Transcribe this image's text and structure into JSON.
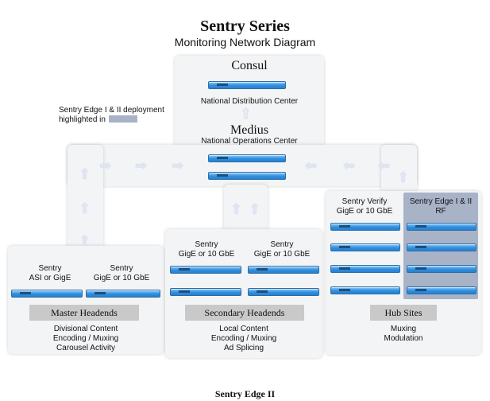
{
  "header": {
    "title": "Sentry Series",
    "subtitle": "Monitoring Network Diagram"
  },
  "legend": {
    "text_line1": "Sentry Edge I & II deployment",
    "text_line2": "highlighted in",
    "swatch_color": "#a8b3c8"
  },
  "consul": {
    "title": "Consul",
    "caption": "National Distribution Center"
  },
  "medius": {
    "title": "Medius",
    "caption": "National Operations  Center"
  },
  "master": {
    "device_left": {
      "line1": "Sentry",
      "line2": "ASI or GigE"
    },
    "device_right": {
      "line1": "Sentry",
      "line2": "GigE or 10 GbE"
    },
    "label": "Master Headends",
    "desc_line1": "Divisional Content",
    "desc_line2": "Encoding / Muxing",
    "desc_line3": "Carousel Activity"
  },
  "secondary": {
    "device_left": {
      "line1": "Sentry",
      "line2": "GigE or 10 GbE"
    },
    "device_right": {
      "line1": "Sentry",
      "line2": "GigE or 10 GbE"
    },
    "label": "Secondary Headends",
    "desc_line1": "Local Content",
    "desc_line2": "Encoding / Muxing",
    "desc_line3": "Ad Splicing"
  },
  "hub": {
    "verify": {
      "line1": "Sentry Verify",
      "line2": "GigE or 10 GbE"
    },
    "edge": {
      "line1": "Sentry Edge I & II",
      "line2": "RF"
    },
    "label": "Hub Sites",
    "desc_line1": "Muxing",
    "desc_line2": "Modulation"
  },
  "footer": {
    "caption": "Sentry Edge II"
  },
  "colors": {
    "device_blue": "#2e8fe0",
    "panel_bg": "#f3f4f5",
    "label_gray": "#c9c9c9",
    "arrow": "#dde6f2"
  },
  "icons": {
    "arrow_right": "arrow-right-icon",
    "arrow_left": "arrow-left-icon",
    "arrow_up": "arrow-up-icon"
  }
}
